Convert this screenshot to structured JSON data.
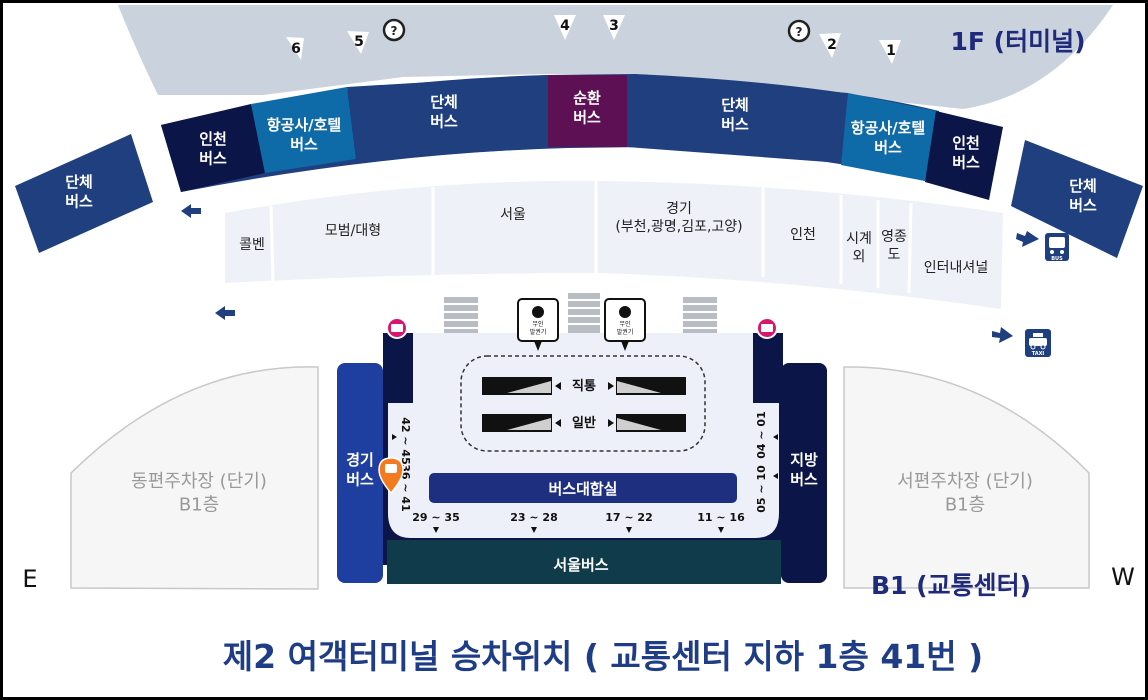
{
  "floor_1f": "1F (터미널)",
  "floor_b1": "B1 (교통센터)",
  "gates": [
    "6",
    "5",
    "4",
    "3",
    "2",
    "1"
  ],
  "info_icon": "help-circle-icon",
  "bus_zones": {
    "left_group": "단체\n버스",
    "incheon_left": "인천\n버스",
    "airline_hotel_left": "항공사/호텔\n버스",
    "group_center_left": "단체\n버스",
    "circulation": "순환\n버스",
    "group_center_right": "단체\n버스",
    "airline_hotel_right": "항공사/호텔\n버스",
    "incheon_right": "인천\n버스",
    "right_group": "단체\n버스"
  },
  "destination_zones": {
    "collbenn": "콜벤",
    "limousine": "모범/대형",
    "seoul": "서울",
    "gyeonggi": "경기\n(부천,광명,김포,고양)",
    "incheon": "인천",
    "outside_city": "시계\n외",
    "yeongjong": "영종\n도",
    "intercontinental": "인터내셔널"
  },
  "ticket_kiosk": "무인\n발권기",
  "lanes": {
    "direct": "직통",
    "normal": "일반"
  },
  "gyeonggi_bus": "경기\n버스",
  "regional_bus": "지방\n버스",
  "waiting_room": "버스대합실",
  "seoul_bus": "서울버스",
  "parking_east": "동편주차장 (단기)\nB1층",
  "parking_west": "서편주차장 (단기)\nB1층",
  "left_platform_numbers": [
    "42 ~ 45",
    "36 ~ 41"
  ],
  "right_platform_numbers": [
    "04 ~ 01",
    "05 ~ 10"
  ],
  "bottom_platform_numbers": [
    "29 ~ 35",
    "23 ~ 28",
    "17 ~ 22",
    "11 ~ 16"
  ],
  "compass": {
    "east": "E",
    "west": "W"
  },
  "bus_badge": "BUS",
  "taxi_badge": "TAXI",
  "footer_title": "제2 여객터미널 승차위치 ( 교통센터 지하 1층 41번 )",
  "colors": {
    "terminal_band": "#c9d2dd",
    "group_bus": "#1f3f7e",
    "airline_hotel": "#0f6aa8",
    "incheon_bus": "#0b1547",
    "circulation_bus": "#5d1053",
    "b1_hall": "#eef0f9",
    "dark_navy": "#0b1547",
    "seoul_bus": "#0f3b4a",
    "title_blue": "#1f3d86",
    "marker_orange": "#f47a20",
    "accent_pink": "#d8166e"
  }
}
